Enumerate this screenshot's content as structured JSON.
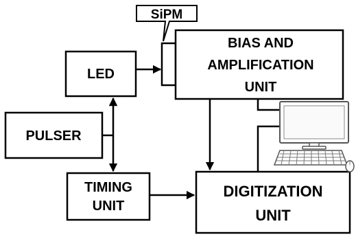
{
  "blocks": {
    "sipm": "SiPM",
    "bias_line1": "BIAS AND",
    "bias_line2": "AMPLIFICATION",
    "bias_line3": "UNIT",
    "led": "LED",
    "pulser": "PULSER",
    "timing_line1": "TIMING",
    "timing_line2": "UNIT",
    "digit_line1": "DIGITIZATION",
    "digit_line2": "UNIT"
  },
  "icons": {
    "computer": "desktop-computer-icon"
  },
  "colors": {
    "stroke": "#000000",
    "background": "#ffffff"
  }
}
